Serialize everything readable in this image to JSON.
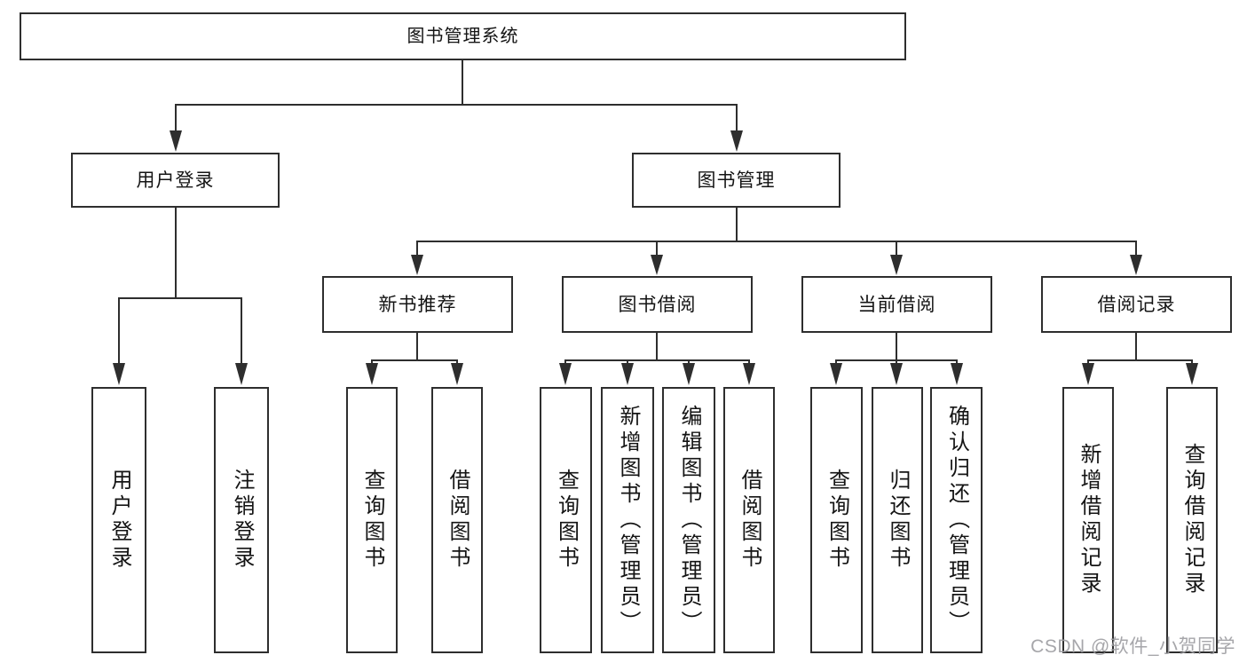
{
  "diagram": {
    "title": "图书管理系统",
    "nodes": {
      "root": "图书管理系统",
      "user_login": "用户登录",
      "book_management": "图书管理",
      "new_book_recommendation": "新书推荐",
      "book_borrowing": "图书借阅",
      "current_borrowing": "当前借阅",
      "borrowing_records": "借阅记录",
      "leaf_user_login": "用户登录",
      "leaf_logout": "注销登录",
      "rec_query_books": "查询图书",
      "rec_borrow_books": "借阅图书",
      "bor_query_books": "查询图书",
      "bor_add_books_admin": "新增图书（管理员）",
      "bor_edit_books_admin": "编辑图书（管理员）",
      "bor_borrow_books": "借阅图书",
      "cur_query_books": "查询图书",
      "cur_return_books": "归还图书",
      "cur_confirm_return_admin": "确认归还（管理员）",
      "rcd_add_borrow_record": "新增借阅记录",
      "rcd_query_borrow_record": "查询借阅记录"
    },
    "edges": [
      {
        "from": "图书管理系统",
        "to": "用户登录"
      },
      {
        "from": "图书管理系统",
        "to": "图书管理"
      },
      {
        "from": "用户登录",
        "to": "用户登录"
      },
      {
        "from": "用户登录",
        "to": "注销登录"
      },
      {
        "from": "图书管理",
        "to": "新书推荐"
      },
      {
        "from": "图书管理",
        "to": "图书借阅"
      },
      {
        "from": "图书管理",
        "to": "当前借阅"
      },
      {
        "from": "图书管理",
        "to": "借阅记录"
      },
      {
        "from": "新书推荐",
        "to": "查询图书"
      },
      {
        "from": "新书推荐",
        "to": "借阅图书"
      },
      {
        "from": "图书借阅",
        "to": "查询图书"
      },
      {
        "from": "图书借阅",
        "to": "新增图书（管理员）"
      },
      {
        "from": "图书借阅",
        "to": "编辑图书（管理员）"
      },
      {
        "from": "图书借阅",
        "to": "借阅图书"
      },
      {
        "from": "当前借阅",
        "to": "查询图书"
      },
      {
        "from": "当前借阅",
        "to": "归还图书"
      },
      {
        "from": "当前借阅",
        "to": "确认归还（管理员）"
      },
      {
        "from": "借阅记录",
        "to": "新增借阅记录"
      },
      {
        "from": "借阅记录",
        "to": "查询借阅记录"
      }
    ],
    "colors": {
      "line": "#2e2e2e",
      "text": "#141414",
      "background": "#ffffff",
      "watermark": "#9d9da1"
    },
    "watermark": "CSDN @软件_小贺同学"
  }
}
